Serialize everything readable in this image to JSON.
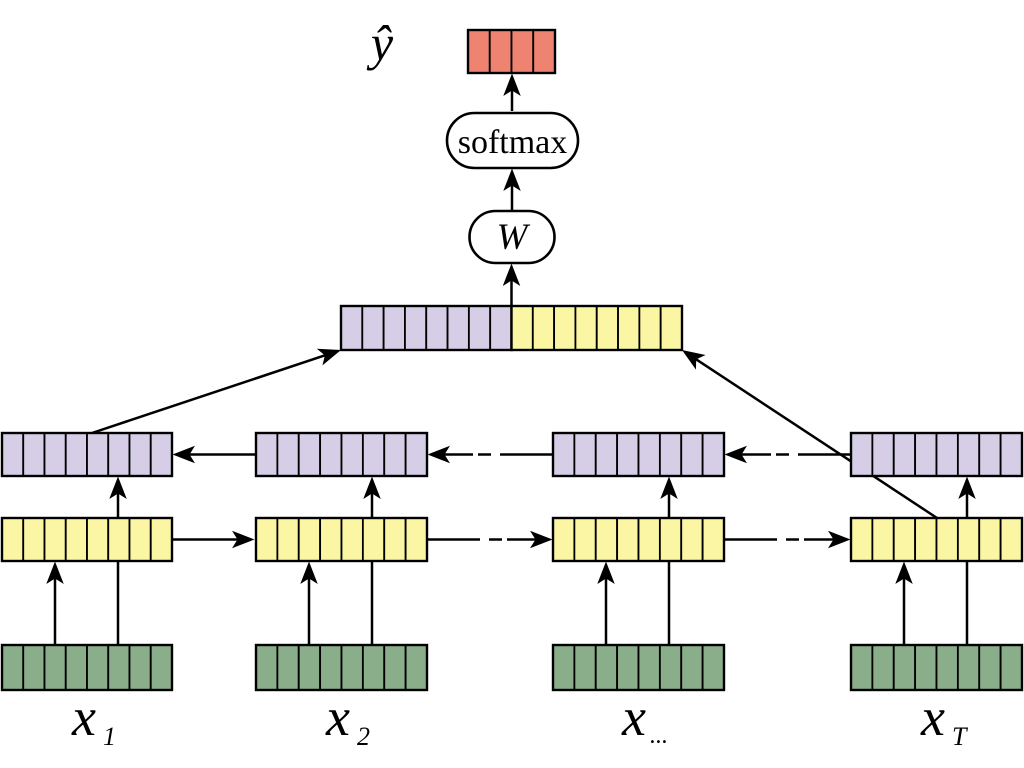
{
  "figure": "bidirectional-rnn-classifier",
  "colors": {
    "backward": "#d5cee6",
    "forward": "#fbf6a4",
    "input": "#8aad8a",
    "output": "#ed8370",
    "line": "#000000",
    "node_fill": "#ffffff"
  },
  "structure": {
    "timesteps": 4,
    "cells_per_state_box": 8,
    "concat_half_cells": 8,
    "output_cells": 4
  },
  "labels": {
    "prediction": "ŷ",
    "softmax": "softmax",
    "weight": "W"
  },
  "inputs": [
    {
      "base": "x",
      "sub": "1"
    },
    {
      "base": "x",
      "sub": "2"
    },
    {
      "base": "x",
      "sub": "..."
    },
    {
      "base": "x",
      "sub": "T"
    }
  ]
}
